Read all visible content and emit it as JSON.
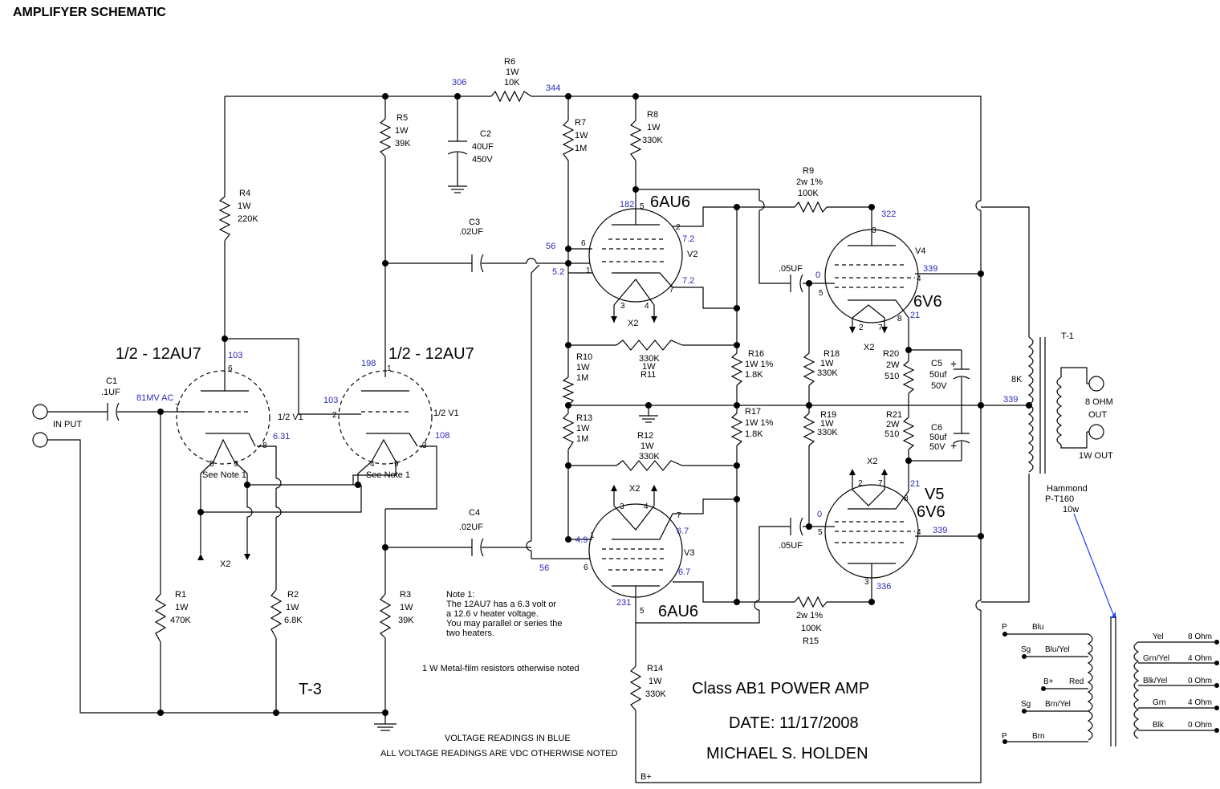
{
  "title": "AMPLIFYER SCHEMATIC",
  "colors": {
    "voltage": "#2a2ab8",
    "wire": "#000000",
    "leader": "#1a3cff"
  },
  "components": {
    "r1": [
      "R1",
      "1W",
      "470K"
    ],
    "r2": [
      "R2",
      "1W",
      "6.8K"
    ],
    "r3": [
      "R3",
      "1W",
      "39K"
    ],
    "r4": [
      "R4",
      "1W",
      "220K"
    ],
    "r5": [
      "R5",
      "1W",
      "39K"
    ],
    "r6": [
      "R6",
      "1W",
      "10K"
    ],
    "r7": [
      "R7",
      "1W",
      "1M"
    ],
    "r8": [
      "R8",
      "1W",
      "330K"
    ],
    "r9": [
      "R9",
      "2w 1%",
      "100K"
    ],
    "r10": [
      "R10",
      "1W",
      "1M"
    ],
    "r11": [
      "330K",
      "1W",
      "R11"
    ],
    "r12": [
      "R12",
      "1W",
      "330K"
    ],
    "r13": [
      "R13",
      "1W",
      "1M"
    ],
    "r14": [
      "R14",
      "1W",
      "330K"
    ],
    "r15": [
      "2w 1%",
      "100K",
      "R15"
    ],
    "r16": [
      "R16",
      "1W 1%",
      "1.8K"
    ],
    "r17": [
      "R17",
      "1W 1%",
      "1.8K"
    ],
    "r18": [
      "R18",
      "1W",
      "330K"
    ],
    "r19": [
      "R19",
      "1W",
      "330K"
    ],
    "r20": [
      "R20",
      "2W",
      "510"
    ],
    "r21": [
      "R21",
      "2W",
      "510"
    ],
    "c1": [
      "C1",
      ".1UF"
    ],
    "c2": [
      "C2",
      "40UF",
      "450V"
    ],
    "c3": [
      "C3",
      ".02UF"
    ],
    "c4": [
      "C4",
      ".02UF"
    ],
    "c5": [
      "C5",
      "50uf",
      "50V"
    ],
    "c6": [
      "C6",
      "50uf",
      "50V"
    ],
    "c05a": ".05UF",
    "c05b": ".05UF"
  },
  "tubes": {
    "v1_title": "1/2 - 12AU7",
    "v1_name": "1/2 V1",
    "v1b_title": "1/2 - 12AU7",
    "v1b_name": "1/2 V1",
    "v2_type": "6AU6",
    "v2_name": "V2",
    "v3_type": "6AU6",
    "v3_name": "V3",
    "v4_type": "6V6",
    "v4_name": "V4",
    "v5_type": "6V6",
    "v5_name": "V5"
  },
  "pins": {
    "v1": [
      "6",
      "7",
      "8",
      "5",
      "9"
    ],
    "v1b": [
      "1",
      "2",
      "3",
      "4",
      "9"
    ],
    "v2": [
      "5",
      "6",
      "1",
      "2",
      "7",
      "3",
      "4"
    ],
    "v3": [
      "3",
      "4",
      "7",
      "1",
      "6",
      "5"
    ],
    "v4": [
      "3",
      "5",
      "4",
      "8",
      "2",
      "7"
    ],
    "v5": [
      "2",
      "7",
      "8",
      "5",
      "4",
      "3"
    ]
  },
  "voltages": {
    "b306": "306",
    "b344": "344",
    "v1plate": "103",
    "v1grid": "81MV AC",
    "v1cath": "6.31",
    "v1bplate": "198",
    "v1bgrid": "103",
    "v1bcath": "108",
    "v2plate": "182",
    "v2grid": "56",
    "v2cath": "5.2",
    "v2p2": "7.2",
    "v2p7": "7.2",
    "v3cath": "4.9",
    "v3grid": "56",
    "v3p7": "6.7",
    "v3p6": "6.7",
    "v3plate": "231",
    "v4plate": "322",
    "v4grid": "0",
    "v4screen": "339",
    "v4cath": "21",
    "v5cath": "21",
    "v5grid": "0",
    "v5screen": "339",
    "v5plate": "336",
    "ct": "339"
  },
  "labels": {
    "input": "IN PUT",
    "heater_x2": "X2",
    "see_note_a": "See Note 1",
    "see_note_b": "See Note 1",
    "t3": "T-3",
    "t1": "T-1",
    "imp": "8K",
    "out8": [
      "8 OHM",
      "OUT"
    ],
    "out1w": "1W OUT",
    "hammond": [
      "Hammond",
      "P-T160",
      "10w"
    ],
    "bplus": "B+",
    "note": [
      "Note 1:",
      "The 12AU7 has a 6.3 volt or",
      "a 12.6 v heater voltage.",
      "You may parallel or series the",
      "two heaters."
    ],
    "metal_film": "1 W Metal-film resistors otherwise noted",
    "volt_note": [
      "VOLTAGE READINGS IN BLUE",
      "ALL VOLTAGE READINGS ARE VDC OTHERWISE NOTED"
    ],
    "block": [
      "Class AB1 POWER AMP",
      "DATE:  11/17/2008",
      "MICHAEL S. HOLDEN"
    ]
  },
  "legend": {
    "primary": [
      [
        "P",
        "Blu"
      ],
      [
        "Sg",
        "Blu/Yel"
      ],
      [
        "B+",
        "Red"
      ],
      [
        "Sg",
        "Brn/Yel"
      ],
      [
        "P",
        "Brn"
      ]
    ],
    "secondary": [
      [
        "Yel",
        "8 Ohm"
      ],
      [
        "Grn/Yel",
        "4 Ohm"
      ],
      [
        "Blk/Yel",
        "0 Ohm"
      ],
      [
        "Grn",
        "4 Ohm"
      ],
      [
        "Blk",
        "0 Ohm"
      ]
    ]
  }
}
